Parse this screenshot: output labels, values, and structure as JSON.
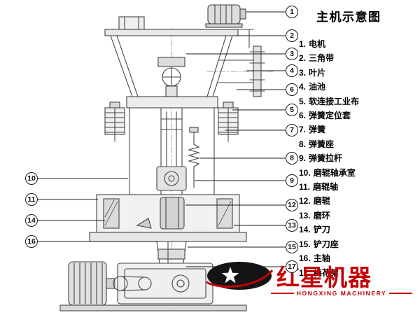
{
  "title": "主机示意图",
  "legend": {
    "items": [
      {
        "num": "1.",
        "label": "电机"
      },
      {
        "num": "2.",
        "label": "三角带"
      },
      {
        "num": "3.",
        "label": "叶片"
      },
      {
        "num": "4.",
        "label": "油池"
      },
      {
        "num": "5.",
        "label": "软连接工业布"
      },
      {
        "num": "6.",
        "label": "弹簧定位套"
      },
      {
        "num": "7.",
        "label": "弹簧"
      },
      {
        "num": "8.",
        "label": "弹簧座"
      },
      {
        "num": "9.",
        "label": "弹簧拉杆"
      },
      {
        "num": "10.",
        "label": "磨辊轴承室"
      },
      {
        "num": "11.",
        "label": "磨辊轴"
      },
      {
        "num": "12.",
        "label": "磨辊"
      },
      {
        "num": "13.",
        "label": "磨环"
      },
      {
        "num": "14.",
        "label": "铲刀"
      },
      {
        "num": "15.",
        "label": "铲刀座"
      },
      {
        "num": "16.",
        "label": "主轴"
      },
      {
        "num": "17.",
        "label": "梅花架"
      }
    ]
  },
  "callouts": {
    "right": [
      "1",
      "2",
      "3",
      "4",
      "6",
      "5",
      "7",
      "8",
      "9",
      "12",
      "13",
      "15",
      "17"
    ],
    "left": [
      "10",
      "11",
      "14",
      "16"
    ]
  },
  "watermark": {
    "brand_cn": "红星机器",
    "brand_en": "HONGXING MACHINERY",
    "color": "#c40008"
  }
}
